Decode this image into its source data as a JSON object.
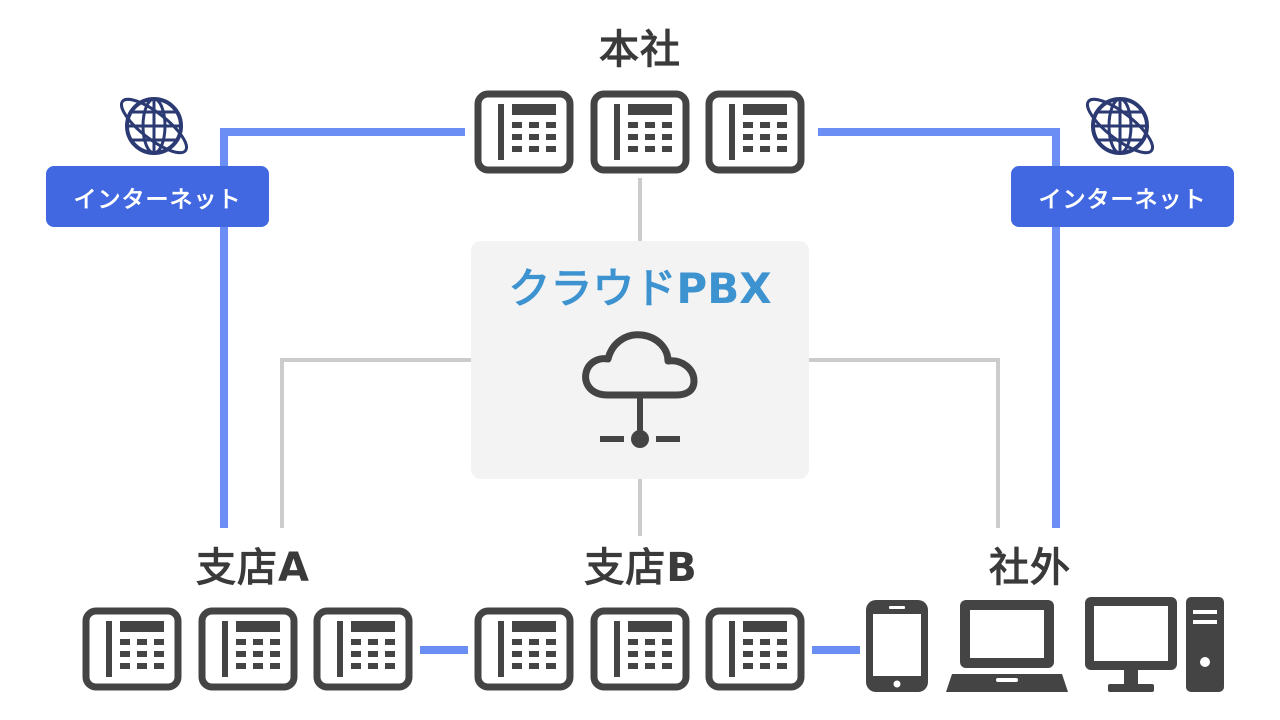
{
  "labels": {
    "headquarters": "本社",
    "cloud_pbx": "クラウドPBX",
    "branch_a": "支店A",
    "branch_b": "支店B",
    "outside": "社外",
    "internet_left": "インターネット",
    "internet_right": "インターネット"
  },
  "icons": {
    "phone": "desk-phone-icon",
    "globe": "globe-icon",
    "cloud": "cloud-network-icon",
    "smartphone": "smartphone-icon",
    "laptop": "laptop-icon",
    "desktop": "desktop-pc-icon"
  },
  "colors": {
    "internet_line": "#6b8ef5",
    "internal_line": "#cccccc",
    "badge": "#4168e1",
    "pbx_title": "#3d93d0",
    "icon": "#444444"
  }
}
